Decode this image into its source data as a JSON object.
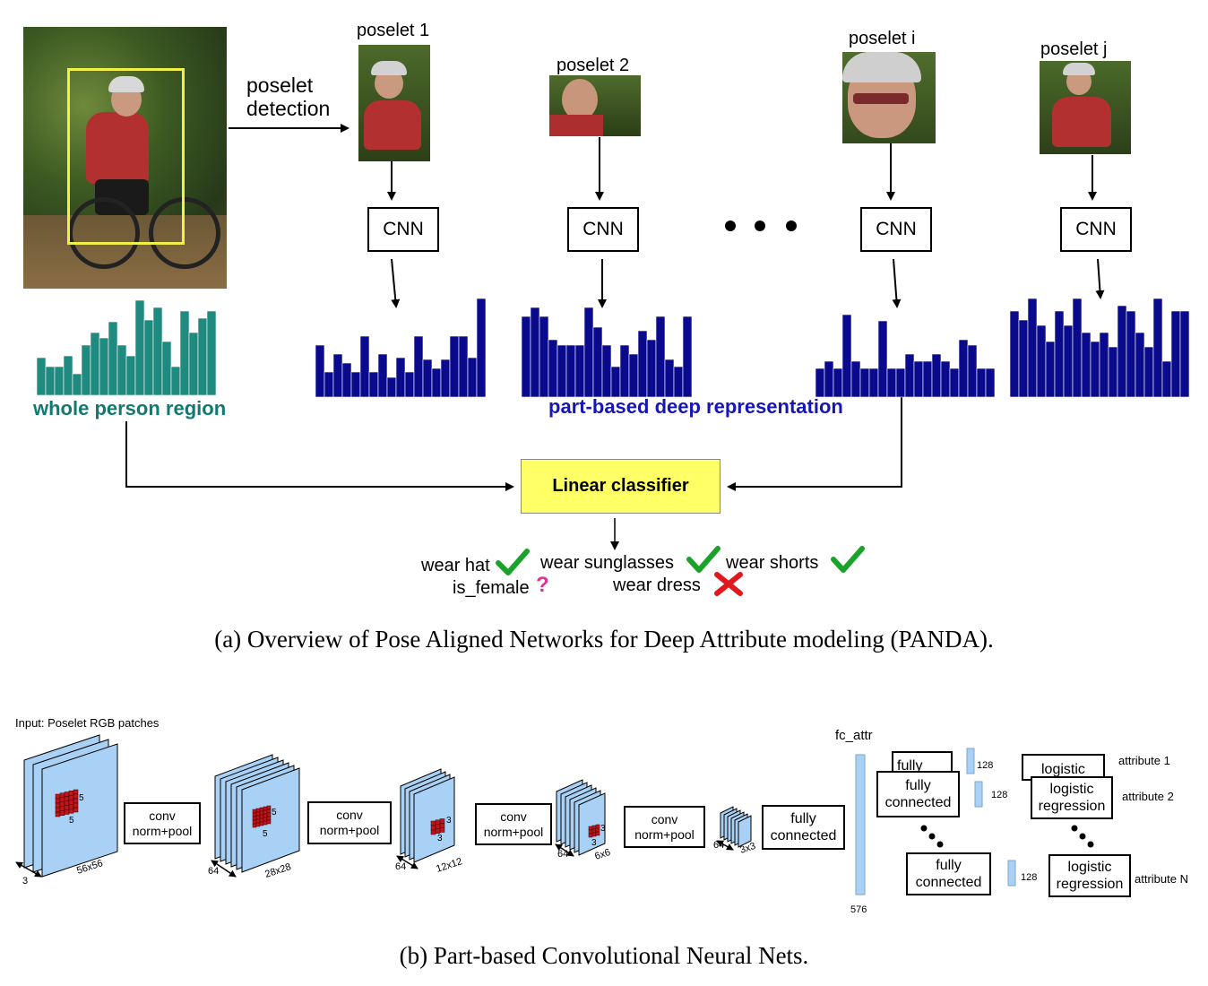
{
  "top": {
    "poselet_detection": [
      "poselet",
      "detection"
    ],
    "poselets": [
      "poselet 1",
      "poselet 2",
      "poselet i",
      "poselet j"
    ],
    "cnn_label": "CNN",
    "whole_person_region": "whole person region",
    "part_based_repr": "part-based deep representation",
    "linear_classifier": "Linear classifier",
    "attributes": {
      "wear_hat": "wear hat",
      "wear_sunglasses": "wear sunglasses",
      "wear_shorts": "wear shorts",
      "is_female": "is_female",
      "wear_dress": "wear dress"
    },
    "colors": {
      "teal_bars": "#1f8a80",
      "navy_bars": "#0a0a8c",
      "teal_text": "#117a70",
      "blue_text": "#1616b8",
      "classifier_fill": "#ffff66",
      "check": "#1aa32a",
      "cross": "#e0191f",
      "question": "#e0338f"
    }
  },
  "caption_a": "(a) Overview of Pose Aligned Networks for Deep Attribute modeling (PANDA).",
  "bottom": {
    "input_label": "Input: Poselet RGB patches",
    "conv": [
      "conv",
      "norm+pool"
    ],
    "fully_connected": [
      "fully",
      "connected"
    ],
    "fully": "fully",
    "fc_attr": "fc_attr",
    "logistic": "logistic",
    "logistic_regression": [
      "logistic",
      "regression"
    ],
    "attributes": [
      "attribute 1",
      "attribute 2",
      "attribute N"
    ],
    "num_128": "128",
    "num_576": "576",
    "dims": {
      "l1_depth": "3",
      "l1_size": "56x56",
      "k1": "5",
      "l2_depth": "64",
      "l2_size": "28x28",
      "k2": "5",
      "l3_depth": "64",
      "l3_size": "12x12",
      "k3": "3",
      "l4_depth": "64",
      "l4_size": "6x6",
      "k4": "3",
      "l5_depth": "64",
      "l5_size": "3x3"
    },
    "colors": {
      "layer_fill": "#a9d1f5",
      "kernel": "#c0151a"
    }
  },
  "caption_b": "(b) Part-based Convolutional Neural Nets."
}
